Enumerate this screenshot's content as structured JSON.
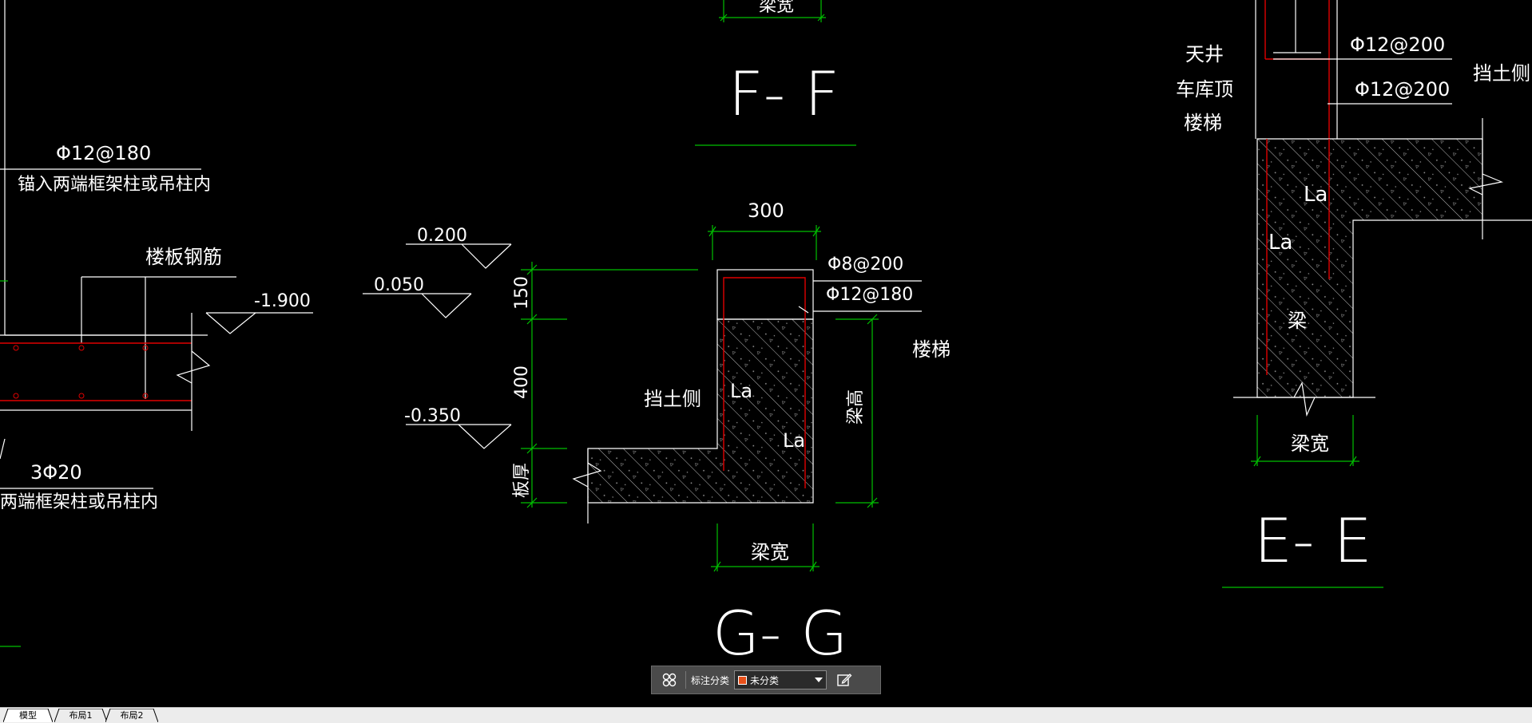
{
  "drawing": {
    "section_f": {
      "title": "F- F",
      "top_label": "梁宽"
    },
    "section_g": {
      "title": "G- G",
      "dim_width": "300",
      "dim_150": "150",
      "dim_400": "400",
      "dim_slab": "板厚",
      "dim_beam_height": "梁高",
      "dim_beam_width": "梁宽",
      "elev_1": "0.200",
      "elev_2": "0.050",
      "elev_3": "-0.350",
      "rebar_1": "Φ8@200",
      "rebar_2": "Φ12@180",
      "stair_label": "楼梯",
      "soil_side": "挡土侧",
      "la_1": "La",
      "la_2": "La"
    },
    "section_left": {
      "rebar_top": "Φ12@180",
      "anchor_top": "锚入两端框架柱或吊柱内",
      "slab_rebar": "楼板钢筋",
      "elev": "-1.900",
      "rebar_bottom": "3Φ20",
      "anchor_bottom": "两端框架柱或吊柱内"
    },
    "section_e": {
      "title": "E- E",
      "side_label_1": "天井",
      "side_label_2": "车库顶",
      "side_label_3": "楼梯",
      "rebar_1": "Φ12@200",
      "rebar_2": "Φ12@200",
      "soil_side": "挡土侧",
      "la_1": "La",
      "la_2": "La",
      "beam": "梁",
      "beam_width": "梁宽"
    }
  },
  "toolbar": {
    "grid_icon": "grid-icon",
    "label": "标注分类",
    "selected_value": "未分类",
    "swatch_color": "#e8501a",
    "edit_icon": "edit-icon"
  },
  "tabs": [
    {
      "label": "模型",
      "active": true
    },
    {
      "label": "布局1",
      "active": false
    },
    {
      "label": "布局2",
      "active": false
    }
  ],
  "colors": {
    "background": "#000000",
    "dimension": "#00c000",
    "rebar": "#e00000",
    "line": "#ffffff"
  }
}
